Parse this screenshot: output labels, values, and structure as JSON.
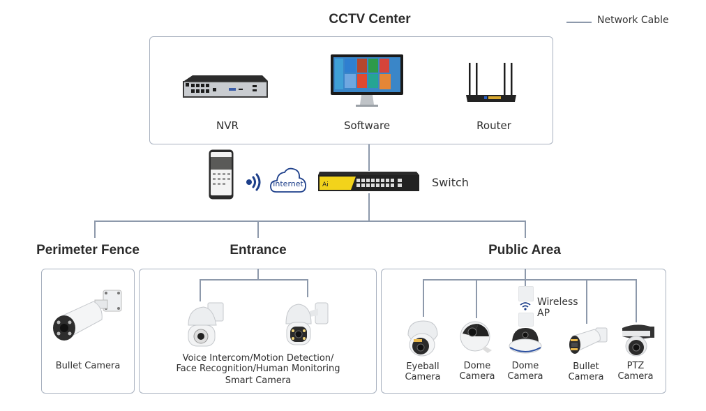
{
  "legend": {
    "label": "Network Cable"
  },
  "center": {
    "title": "CCTV Center",
    "devices": [
      {
        "name": "NVR",
        "icon": "nvr-icon"
      },
      {
        "name": "Software",
        "icon": "monitor-icon"
      },
      {
        "name": "Router",
        "icon": "router-icon"
      }
    ]
  },
  "network": {
    "phone_icon": "smartphone-icon",
    "wifi_icon": "wireless-signal-icon",
    "cloud_label": "Internet",
    "switch_label": "Switch",
    "switch_brand": "Ai"
  },
  "zones": [
    {
      "title": "Perimeter Fence",
      "cameras": [
        {
          "label": "Bullet Camera",
          "icon": "bullet-camera-icon"
        }
      ]
    },
    {
      "title": "Entrance",
      "cameras": [
        {
          "icon": "ptz-camera-icon"
        },
        {
          "icon": "speed-dome-camera-icon"
        }
      ],
      "caption_lines": [
        "Voice Intercom/Motion Detection/",
        "Face Recognition/Human Monitoring",
        "Smart Camera"
      ]
    },
    {
      "title": "Public Area",
      "wireless_ap": {
        "line1": "Wireless",
        "line2": "AP"
      },
      "cameras": [
        {
          "line1": "Eyeball",
          "line2": "Camera",
          "icon": "eyeball-camera-icon"
        },
        {
          "line1": "Dome",
          "line2": "Camera",
          "icon": "fisheye-dome-camera-icon"
        },
        {
          "line1": "Dome",
          "line2": "Camera",
          "icon": "dome-camera-icon"
        },
        {
          "line1": "Bullet",
          "line2": "Camera",
          "icon": "bullet-camera-icon"
        },
        {
          "line1": "PTZ",
          "line2": "Camera",
          "icon": "ptz-camera-icon"
        }
      ]
    }
  ]
}
